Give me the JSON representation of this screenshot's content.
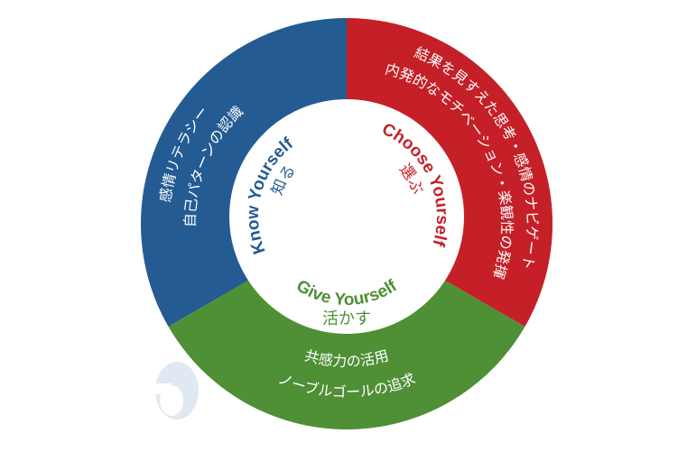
{
  "colors": {
    "blue": "#245b93",
    "red": "#c52027",
    "green": "#4f8f36",
    "logo": "#dfe8f3"
  },
  "segments": {
    "know": {
      "title": "Know Yourself",
      "jp": "知る",
      "lines": [
        "感情リテラシー",
        "自己パターンの認識"
      ]
    },
    "choose": {
      "title": "Choose Yourself",
      "jp": "選ぶ",
      "lines": [
        "結果を見すえた思考・感情のナビゲート",
        "内発的なモチベーション・楽観性の発揮"
      ]
    },
    "give": {
      "title": "Give Yourself",
      "jp": "活かす",
      "lines": [
        "共感力の活用",
        "ノーブルゴールの追求"
      ]
    }
  }
}
